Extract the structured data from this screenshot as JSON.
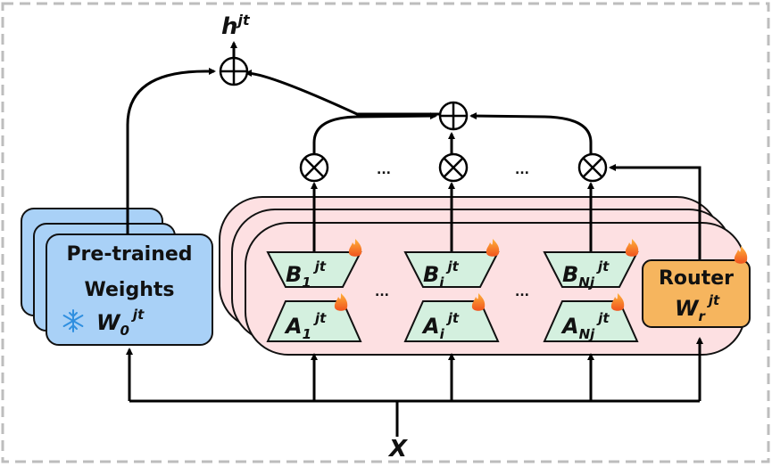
{
  "title": "Mixture of LoRA experts with router",
  "output_label": {
    "base": "h",
    "sup": "jt"
  },
  "input_label": "X",
  "pretrained": {
    "line1": "Pre-trained",
    "line2": "Weights",
    "symbol_base": "W",
    "symbol_sub": "0",
    "symbol_sup": "jt",
    "status_icon": "snowflake-icon",
    "status": "frozen"
  },
  "experts": [
    {
      "B": {
        "base": "B",
        "sub": "1",
        "sup": "jt"
      },
      "A": {
        "base": "A",
        "sub": "1",
        "sup": "jt"
      }
    },
    {
      "B": {
        "base": "B",
        "sub": "i",
        "sup": "jt"
      },
      "A": {
        "base": "A",
        "sub": "i",
        "sup": "jt"
      }
    },
    {
      "B": {
        "base": "B",
        "sub": "Nj",
        "sup": "jt"
      },
      "A": {
        "base": "A",
        "sub": "Nj",
        "sup": "jt"
      }
    }
  ],
  "router": {
    "label": "Router",
    "symbol_base": "W",
    "symbol_sub": "r",
    "symbol_sup": "jt"
  },
  "ellipsis": "...",
  "trainable_icon": "fire-icon",
  "colors": {
    "pretrained_fill": "#a9d1f7",
    "expert_group_fill": "#fde0e2",
    "expert_fill": "#d4f0df",
    "router_fill": "#f6b55e",
    "snowflake": "#2f8fe0",
    "frame": "#bdbdbd"
  }
}
